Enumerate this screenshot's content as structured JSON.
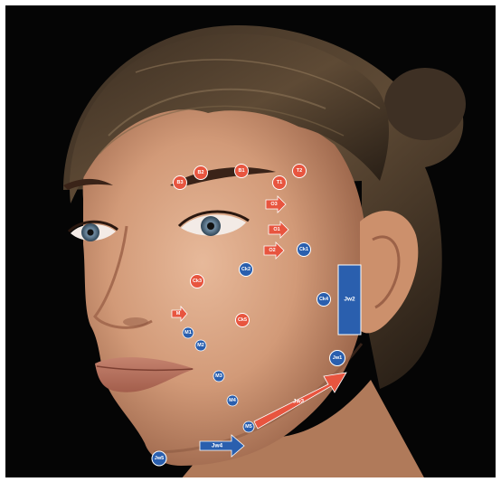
{
  "colors": {
    "red_marker": "#e8553f",
    "blue_marker": "#2a5fae",
    "marker_stroke": "#ffffff"
  },
  "markers": {
    "b3": "B3",
    "b2": "B2",
    "b1": "B1",
    "t1": "T1",
    "t2": "T2",
    "o3": "O3",
    "o1": "O1",
    "o2": "O2",
    "ck1": "Ck1",
    "ck2": "Ck2",
    "ck3": "Ck3",
    "ck4": "Ck4",
    "ck5": "Ck5",
    "jw2": "Jw2",
    "jw1": "Jw1",
    "jw3": "Jw3",
    "jw4": "Jw4",
    "jw5": "Jw5",
    "m1": "M",
    "m2": "M1",
    "m3": "M2",
    "m4": "M3",
    "m5": "M4",
    "m6": "M5"
  }
}
